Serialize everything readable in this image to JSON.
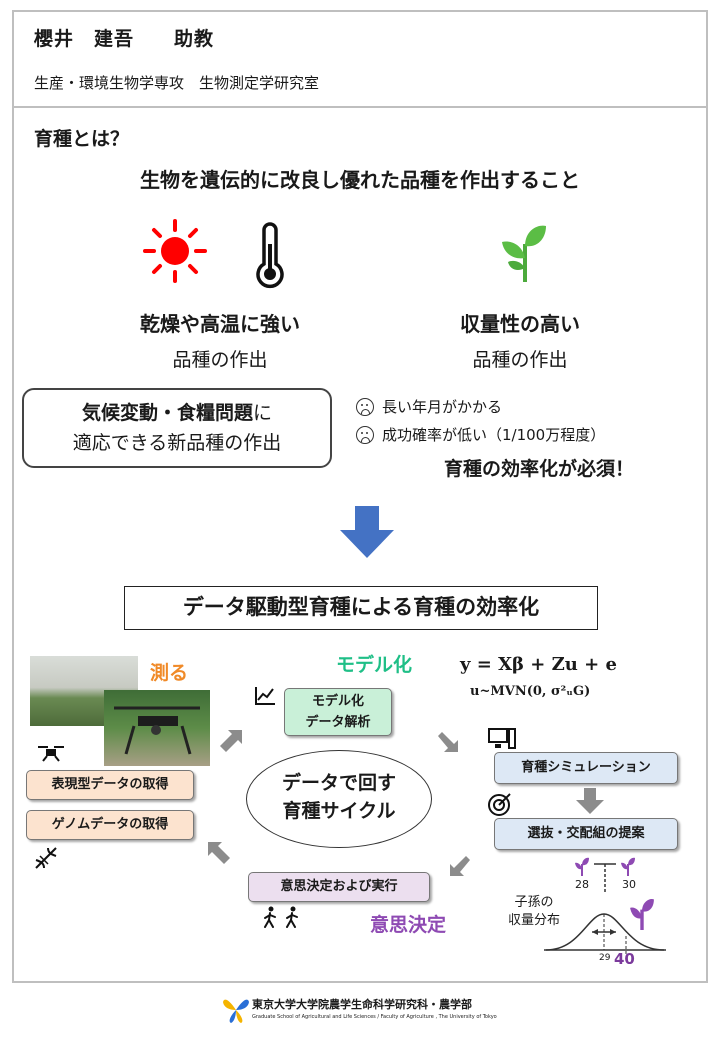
{
  "header": {
    "name": "櫻井　建吾　　助教",
    "affiliation": "生産・環境生物学専攻　生物測定学研究室"
  },
  "intro": {
    "question": "育種とは？",
    "definition": "生物を遺伝的に改良し優れた品種を作出すること"
  },
  "traits": {
    "left_bold": "乾燥や高温に強い",
    "left_sub": "品種の作出",
    "right_bold": "収量性の高い",
    "right_sub": "品種の作出"
  },
  "climate_box": {
    "bold": "気候変動・食糧問題",
    "rest1": "に",
    "line2": "適応できる新品種の作出"
  },
  "issues": [
    {
      "text": "長い年月がかかる"
    },
    {
      "text": "成功確率が低い（1/100万程度）"
    }
  ],
  "must": "育種の効率化が必須！",
  "banner": "データ駆動型育種による育種の効率化",
  "cycle": {
    "measure_title": "測る",
    "model_title": "モデル化",
    "equation1": "y = Xβ + Zu + e",
    "equation2": "u~MVN(0, σ²ᵤG)",
    "model_tag_line1": "モデル化",
    "model_tag_line2": "データ解析",
    "phenotype_tag": "表現型データの取得",
    "genome_tag": "ゲノムデータの取得",
    "center_line1": "データで回す",
    "center_line2": "育種サイクル",
    "simulation_tag": "育種シミュレーション",
    "selection_tag": "選抜・交配組の提案",
    "decision_tag": "意思決定および実行",
    "decision_title": "意思決定",
    "offspring_line1": "子孫の",
    "offspring_line2": "収量分布",
    "parent_left": "28",
    "parent_right": "30",
    "axis_mean": "29",
    "axis_best": "40"
  },
  "footer": {
    "ja": "東京大学大学院農学生命科学研究科・農学部",
    "en": "Graduate School of Agricultural and Life Sciences / Faculty of Agriculture , The University of Tokyo"
  },
  "colors": {
    "arrow_blue": "#4472c4",
    "sun_red": "#ff0000",
    "measure_orange": "#f08a28",
    "model_green": "#1fbf87",
    "decision_purple": "#8e4ab3",
    "tag_orange": "#fce3cf",
    "tag_green": "#c9f0d8",
    "tag_blue": "#dde8f5",
    "tag_purple": "#ecdfef"
  }
}
